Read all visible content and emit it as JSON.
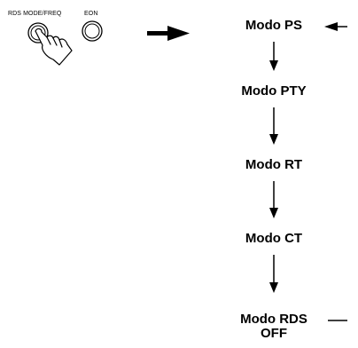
{
  "buttons": {
    "rds_mode_freq": {
      "label": "RDS MODE/FREQ",
      "icon": "hand-pressing-button-icon"
    },
    "eon": {
      "label": "EON"
    }
  },
  "modes": [
    {
      "label": "Modo PS"
    },
    {
      "label": "Modo PTY"
    },
    {
      "label": "Modo RT"
    },
    {
      "label": "Modo CT"
    },
    {
      "label": "Modo RDS",
      "label2": "OFF"
    }
  ]
}
